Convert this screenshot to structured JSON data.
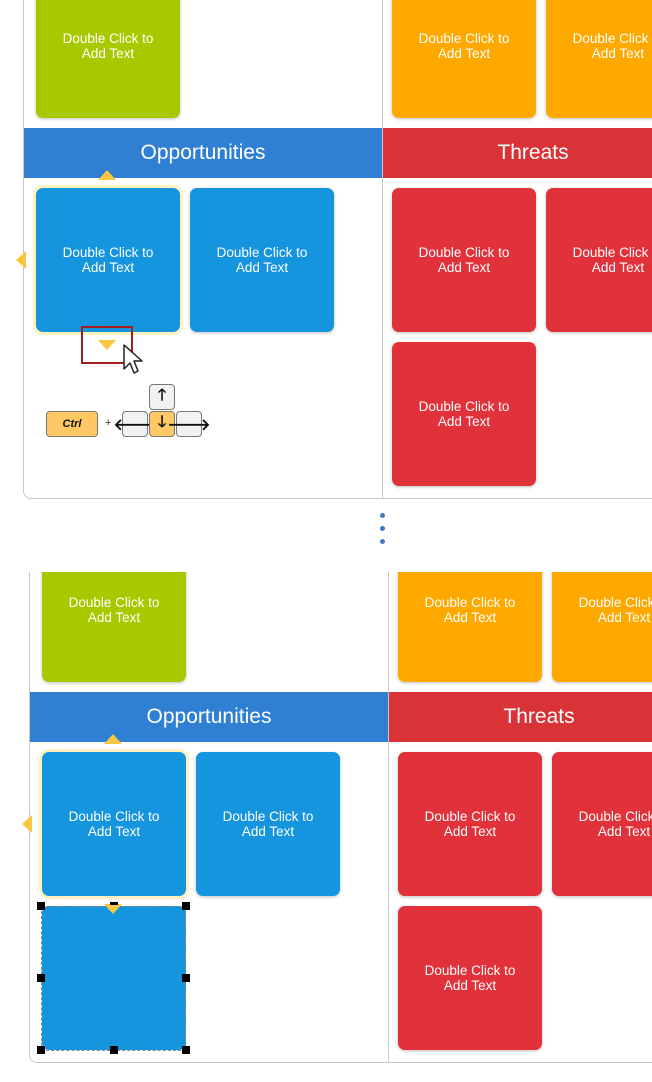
{
  "card_text": "Double Click to Add Text",
  "headers": {
    "opportunities": "Opportunities",
    "threats": "Threats"
  },
  "shortcut": {
    "ctrl_label": "Ctrl",
    "plus": "+",
    "up": "🡑",
    "left": "🡐",
    "down": "🡓",
    "right": "🡒"
  },
  "colors": {
    "strengths_green": "#a8c800",
    "weaknesses_orange": "#ffa800",
    "opportunities_blue": "#1595dd",
    "opportunities_header": "#2f7fd3",
    "threats_red": "#e1313a",
    "threats_header": "#d93237",
    "direction_arrow": "#f8c640",
    "highlight_box": "#a31f1f"
  }
}
